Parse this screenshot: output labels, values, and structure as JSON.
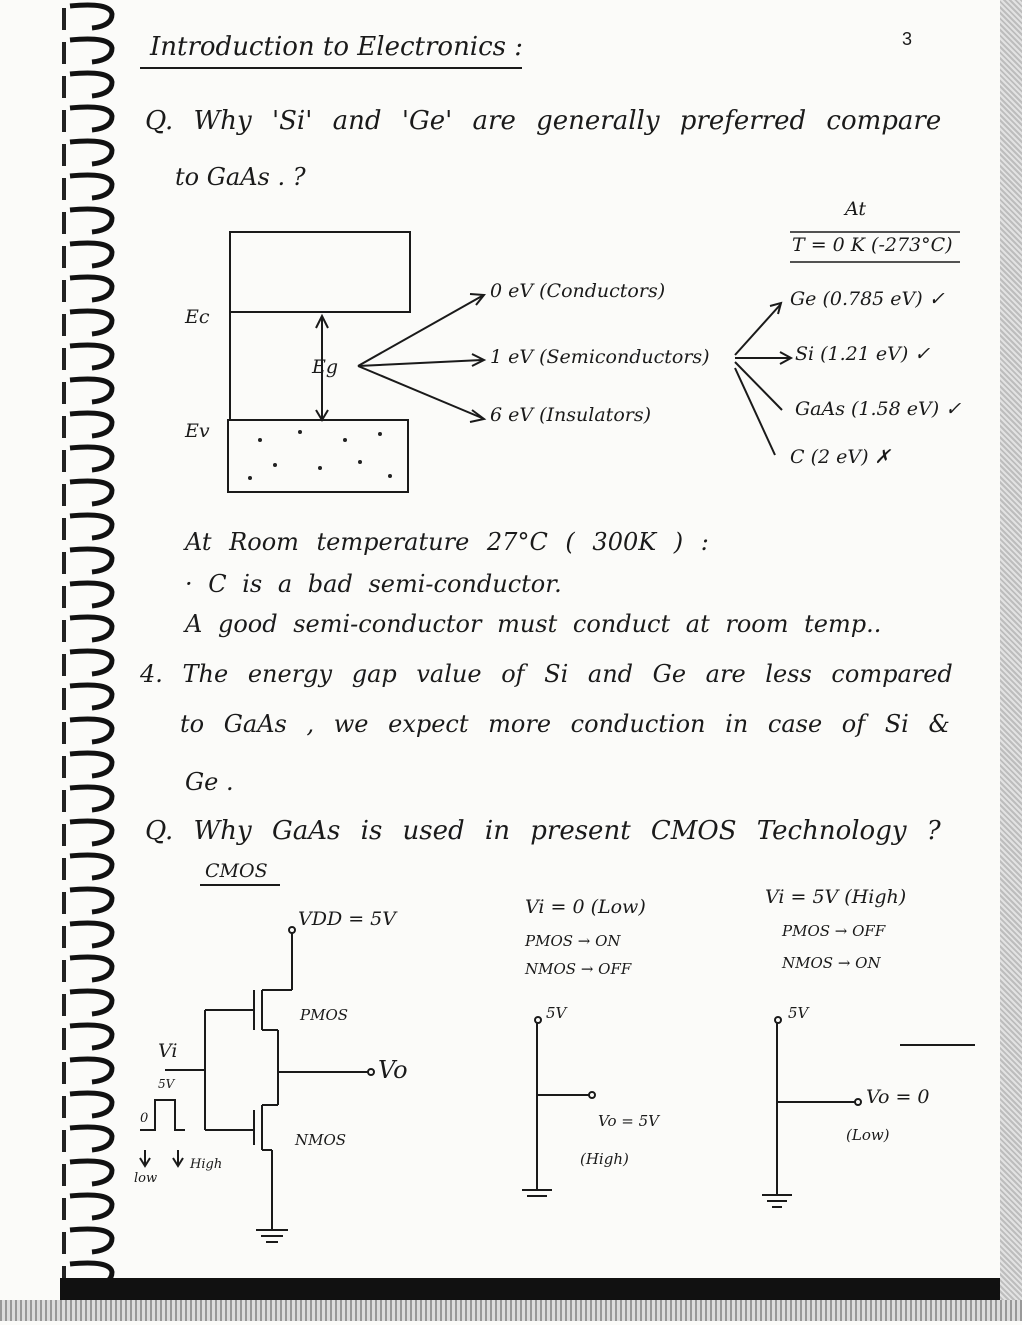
{
  "page_number": "3",
  "title": "Introduction to Electronics :",
  "q1": {
    "line1": "Q. Why 'Si' and 'Ge' are generally preferred compare",
    "line2": "to GaAs . ?"
  },
  "band_diagram": {
    "ec": "Ec",
    "ev": "Ev",
    "eg": "Eg",
    "gaps": [
      "0 eV (Conductors)",
      "1 eV (Semiconductors)",
      "6 eV (Insulators)"
    ]
  },
  "zero_kelvin": {
    "at": "At",
    "temp": "T = 0 K (-273°C)",
    "materials": [
      "Ge (0.785 eV) ✓",
      "Si (1.21 eV) ✓",
      "GaAs (1.58 eV) ✓",
      "C (2 eV) ✗"
    ]
  },
  "notes": [
    "At Room temperature 27°C ( 300K ) :",
    "· C is a bad semi-conductor.",
    "A good semi-conductor must conduct at room temp..",
    "4. The energy gap value of Si and Ge are less compared",
    "to GaAs , we expect more conduction in case of  Si &",
    "Ge ."
  ],
  "q2": "Q. Why GaAs is used in present CMOS Technology ?",
  "cmos": {
    "heading": "CMOS",
    "vdd": "VDD = 5V",
    "pmos": "PMOS",
    "nmos": "NMOS",
    "vo": "Vo",
    "vi": "Vi",
    "five_v": "5V",
    "zero": "0",
    "low": "low",
    "high": "High"
  },
  "case_low": {
    "title": "Vi = 0 (Low)",
    "pmos": "PMOS → ON",
    "nmos": "NMOS → OFF",
    "supply": "5V",
    "output": "Vo = 5V",
    "output_state": "(High)"
  },
  "case_high": {
    "title": "Vi = 5V (High)",
    "pmos": "PMOS → OFF",
    "nmos": "NMOS → ON",
    "supply": "5V",
    "output": "Vo = 0",
    "output_state": "(Low)"
  }
}
